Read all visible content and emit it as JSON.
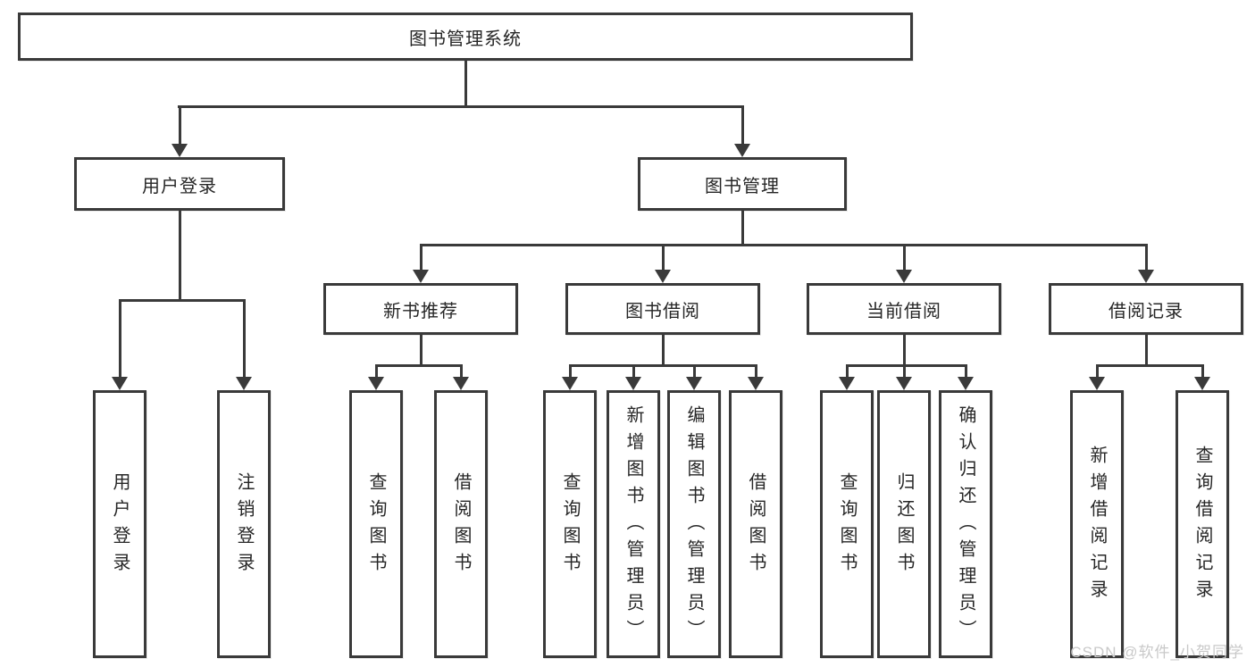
{
  "diagram_title": "图书管理系统",
  "style": {
    "line_color": "#3a3a3a",
    "text_color": "#262626",
    "background": "#ffffff",
    "watermark_color": "#c9c9c9"
  },
  "nodes": {
    "root": {
      "label": "图书管理系统"
    },
    "user_login": {
      "label": "用户登录"
    },
    "book_mgmt": {
      "label": "图书管理"
    },
    "new_book_rec": {
      "label": "新书推荐"
    },
    "book_borrow": {
      "label": "图书借阅"
    },
    "current_borrow": {
      "label": "当前借阅"
    },
    "borrow_records": {
      "label": "借阅记录"
    },
    "leaf_user_login": {
      "label": "用户登录"
    },
    "leaf_logout": {
      "label": "注销登录"
    },
    "leaf_nbr_query": {
      "label": "查询图书"
    },
    "leaf_nbr_borrow": {
      "label": "借阅图书"
    },
    "leaf_bb_query": {
      "label": "查询图书"
    },
    "leaf_bb_add": {
      "label": "新增图书（管理员）"
    },
    "leaf_bb_edit": {
      "label": "编辑图书（管理员）"
    },
    "leaf_bb_borrow": {
      "label": "借阅图书"
    },
    "leaf_cb_query": {
      "label": "查询图书"
    },
    "leaf_cb_return": {
      "label": "归还图书"
    },
    "leaf_cb_confirm": {
      "label": "确认归还（管理员）"
    },
    "leaf_br_add": {
      "label": "新增借阅记录"
    },
    "leaf_br_query": {
      "label": "查询借阅记录"
    }
  },
  "watermark": "CSDN @软件_小贺同学"
}
